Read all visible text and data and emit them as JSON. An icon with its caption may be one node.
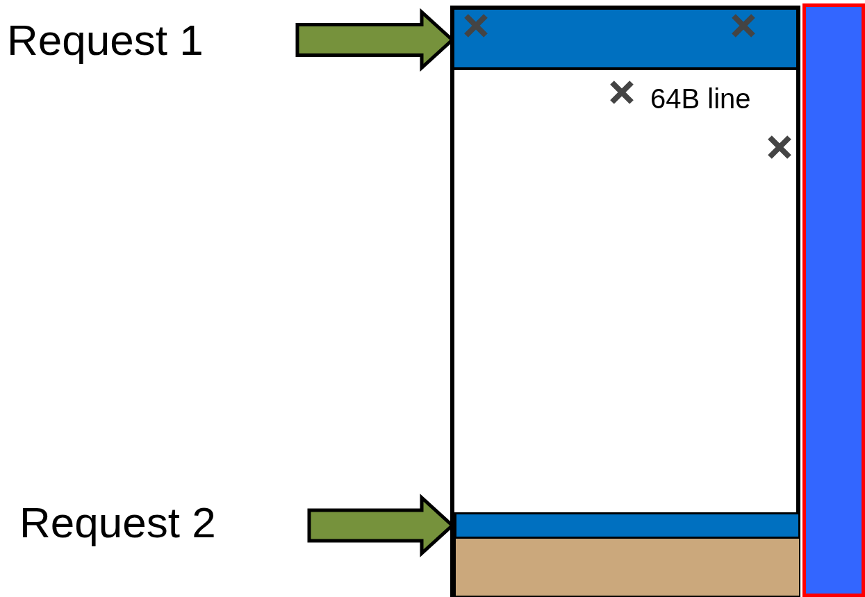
{
  "diagram": {
    "nodes": [
      {
        "text": [
          "Request 1"
        ]
      },
      {
        "text": [],
        "shape": "box"
      },
      {
        "text": [],
        "shape": "bar",
        "in": 1
      },
      {
        "text": [],
        "shape": "bar",
        "in": 1
      },
      {
        "text": [],
        "shape": "bar",
        "in": 1
      },
      {
        "text": [],
        "shape": "bar"
      },
      {
        "text": [
          "Request 2"
        ]
      }
    ],
    "edges": [
      {
        "from": 0,
        "to": 2,
        "arrow": "to"
      },
      {
        "from": 6,
        "to": 3,
        "arrow": "to"
      }
    ],
    "labels": [
      "64B line"
    ]
  }
}
